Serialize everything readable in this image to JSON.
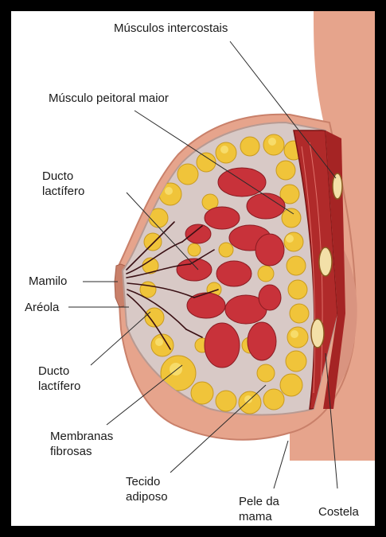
{
  "colors": {
    "frame": "#000000",
    "background": "#ffffff",
    "skin": "#e6a48c",
    "skin_shadow": "#c9806a",
    "fat": "#f0c43a",
    "fat_light": "#f7dc6a",
    "lobule": "#c8323a",
    "membrane": "#d8c9c6",
    "muscle": "#b02a2a",
    "rib": "#f3e0a8"
  },
  "labels": {
    "intercostal_muscles": "Músculos intercostais",
    "pectoralis_major": "Músculo peitoral maior",
    "lactiferous_duct_upper": [
      "Ducto",
      "lactífero"
    ],
    "nipple": "Mamilo",
    "areola": "Aréola",
    "lactiferous_duct_lower": [
      "Ducto",
      "lactífero"
    ],
    "fibrous_membranes": [
      "Membranas",
      "fibrosas"
    ],
    "adipose_tissue": [
      "Tecido",
      "adiposo"
    ],
    "breast_skin": [
      "Pele da",
      "mama"
    ],
    "rib": "Costela"
  }
}
